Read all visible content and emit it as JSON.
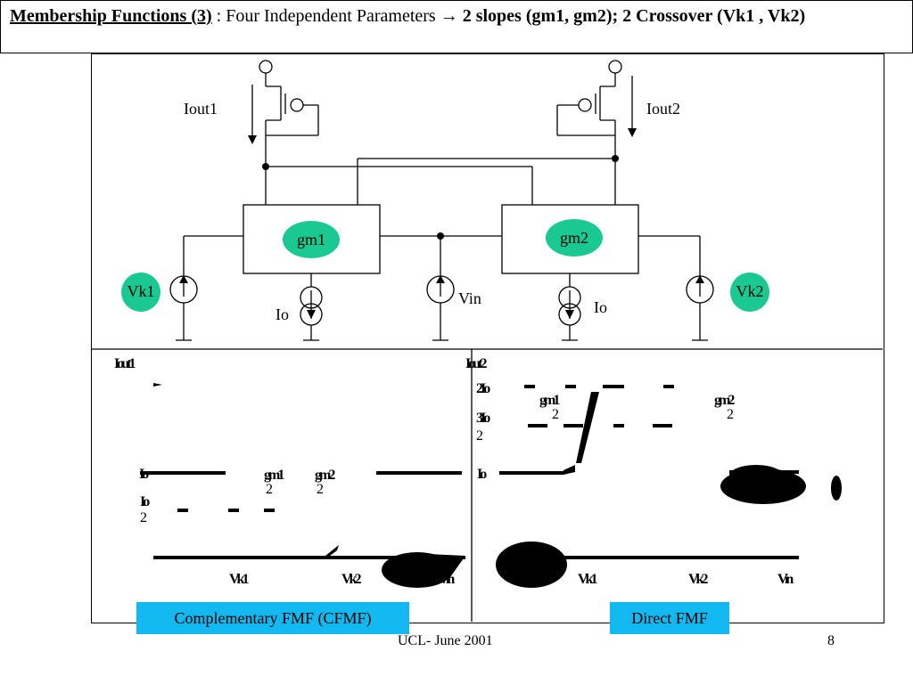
{
  "header": {
    "title": "Membership Functions (3)",
    "sep": " : ",
    "subtitle": "Four Independent Parameters",
    "arrow": "→",
    "emphasis": " 2 slopes (gm1, gm2); 2 Crossover (Vk1 , Vk2)"
  },
  "circuit": {
    "iout1": "Iout1",
    "iout2": "Iout2",
    "gm1": "gm1",
    "gm2": "gm2",
    "vk1": "Vk1",
    "vk2": "Vk2",
    "vin": "Vin",
    "io_left": "Io",
    "io_right": "Io"
  },
  "graphs": {
    "left": {
      "yaxis_label": "Iout1",
      "io": "Io",
      "io_half_top": "Io",
      "io_half_bottom": "2",
      "slope1_top": "gm1",
      "slope1_bottom": "2",
      "slope2_top": "gm2",
      "slope2_bottom": "2",
      "vk1": "Vk1",
      "vk2": "Vk2",
      "vin": "Vin",
      "caption": "Complementary FMF (CFMF)"
    },
    "right": {
      "yaxis_label": "Iout2",
      "two_io": "2Io",
      "three_io_top": "3Io",
      "three_io_bottom": "2",
      "io": "Io",
      "slope1_top": "gm1",
      "slope1_bottom": "2",
      "slope2_top": "gm2",
      "slope2_bottom": "2",
      "vk1": "Vk1",
      "vk2": "Vk2",
      "vin": "Vin",
      "caption": "Direct FMF"
    }
  },
  "footer": {
    "source": "UCL- June 2001",
    "page": "8"
  },
  "colors": {
    "pill": "#19c991",
    "caption": "#14b8f0"
  }
}
